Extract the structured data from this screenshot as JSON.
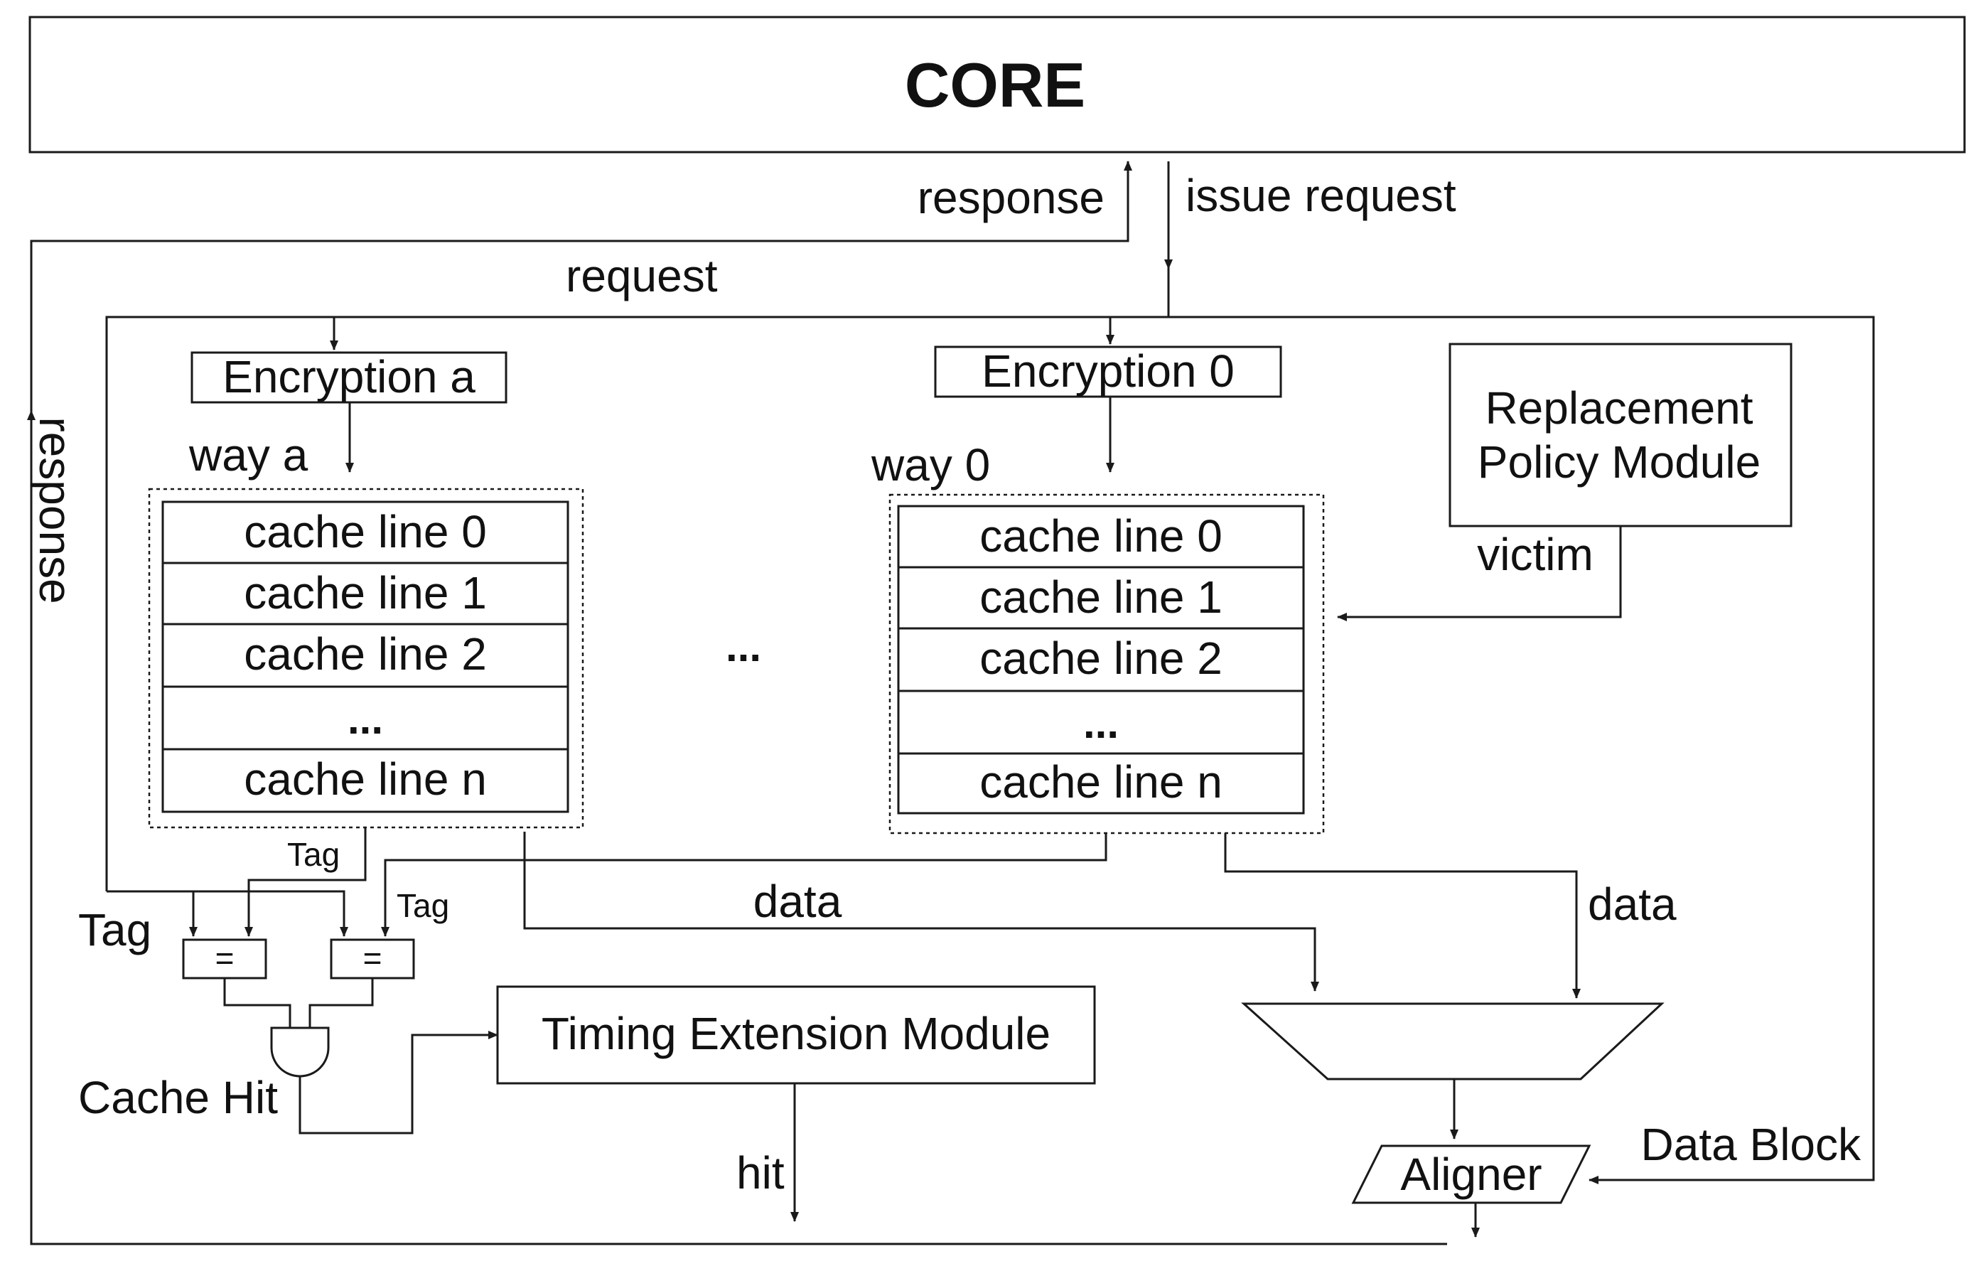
{
  "core": {
    "label": "CORE"
  },
  "signals": {
    "response_top": "response",
    "issue_request": "issue request",
    "request": "request",
    "response_side": "response",
    "victim": "victim",
    "data_left": "data",
    "data_right": "data",
    "tag_small_1": "Tag",
    "tag_small_2": "Tag",
    "tag_big": "Tag",
    "cache_hit": "Cache Hit",
    "hit": "hit",
    "data_block": "Data Block"
  },
  "encryption_a": {
    "label": "Encryption a"
  },
  "encryption_0": {
    "label": "Encryption 0"
  },
  "way_a": {
    "label": "way a",
    "lines": [
      "cache line 0",
      "cache line 1",
      "cache line 2",
      "...",
      "cache line n"
    ]
  },
  "way_0": {
    "label": "way 0",
    "lines": [
      "cache line 0",
      "cache line 1",
      "cache line 2",
      "...",
      "cache line n"
    ]
  },
  "ways_ellipsis": "...",
  "replacement": {
    "line1": "Replacement",
    "line2": "Policy Module"
  },
  "comparators": [
    "=",
    "="
  ],
  "timing_module": {
    "label": "Timing Extension Module"
  },
  "aligner": {
    "label": "Aligner"
  }
}
